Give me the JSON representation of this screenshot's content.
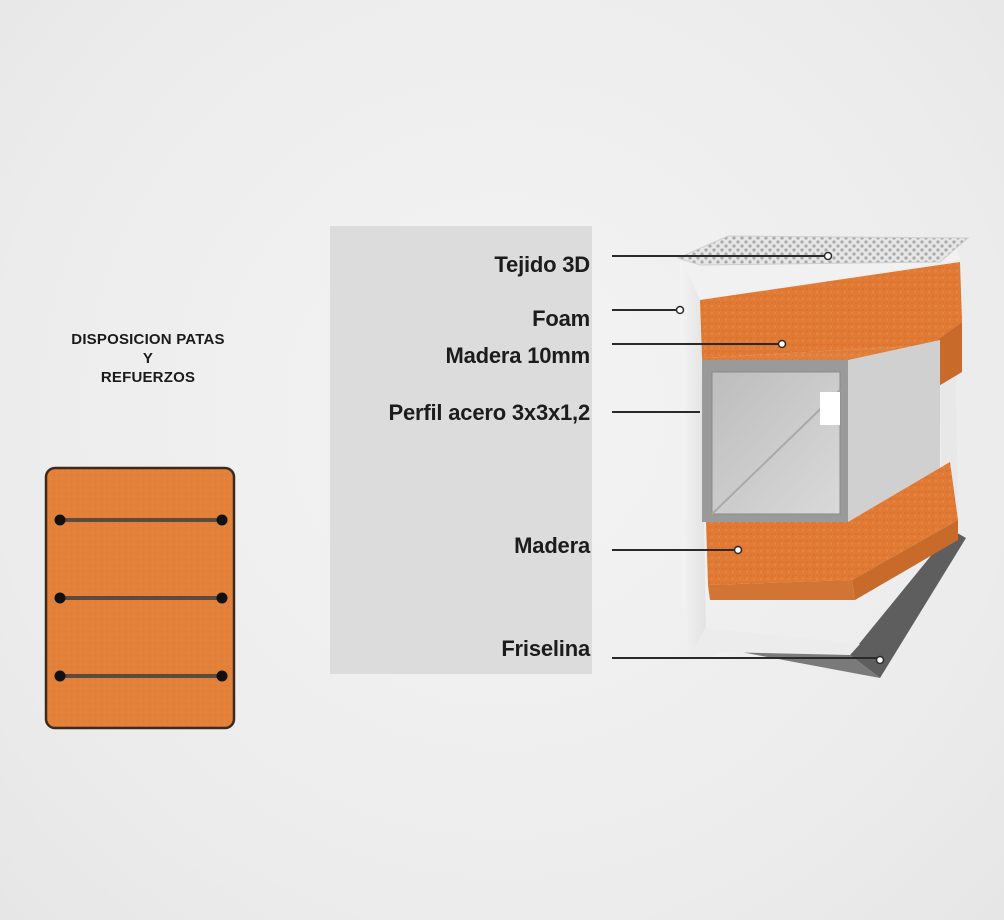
{
  "plan": {
    "title_lines": [
      "DISPOSICION PATAS",
      "Y",
      "REFUERZOS"
    ]
  },
  "layers": [
    {
      "label": "Tejido 3D"
    },
    {
      "label": "Foam"
    },
    {
      "label": "Madera 10mm"
    },
    {
      "label": "Perfil acero 3x3x1,2"
    },
    {
      "label": "Madera"
    },
    {
      "label": "Friselina"
    }
  ],
  "colors": {
    "wood_orange": "#e3813a",
    "wood_border": "#3b2a1e",
    "panel_gray": "#dcdcdc",
    "foam_white": "#f2f2f2",
    "steel_gray": "#c9c9c9",
    "friselina_dark": "#6b6b6b",
    "leader_line": "#2a2a2a"
  }
}
